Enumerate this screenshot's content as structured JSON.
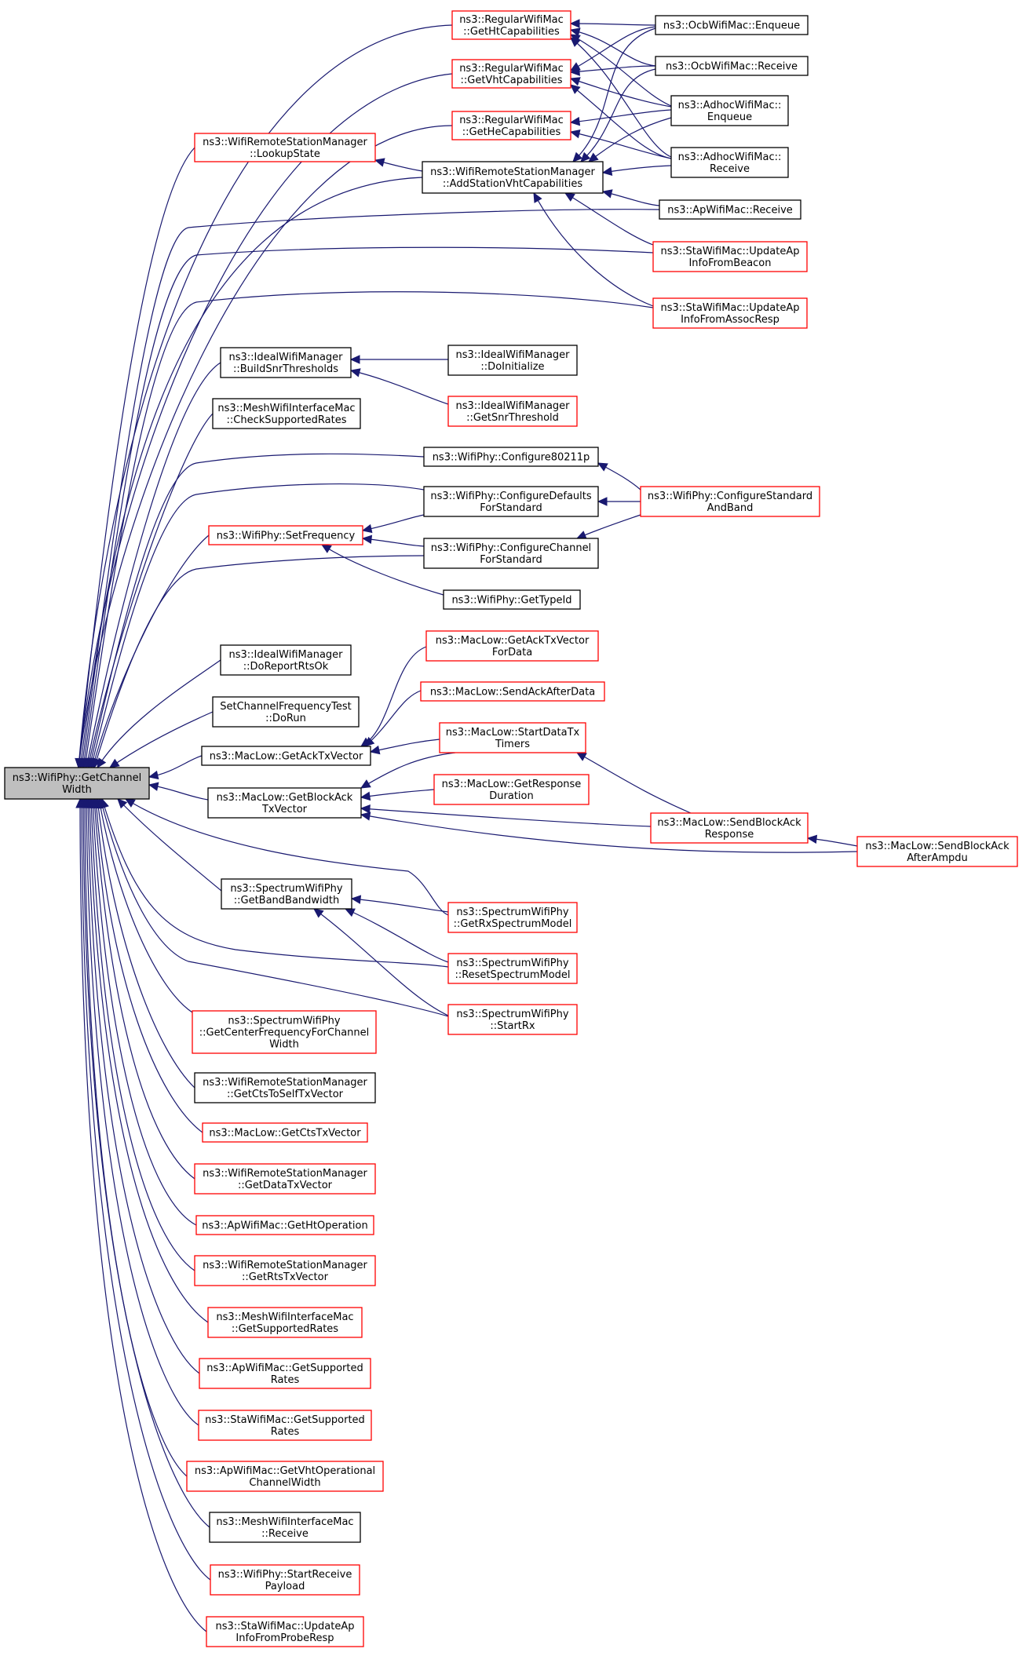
{
  "colors": {
    "edge": "#191970",
    "red_border": "#ff0000",
    "black_border": "#000000",
    "root_fill": "#bfbfbf"
  },
  "nodes": [
    {
      "id": "root",
      "lines": [
        "ns3::WifiPhy::GetChannel",
        "Width"
      ],
      "color": "root"
    },
    {
      "id": "n_htcap",
      "lines": [
        "ns3::RegularWifiMac",
        "::GetHtCapabilities"
      ],
      "color": "red"
    },
    {
      "id": "n_vhtcap",
      "lines": [
        "ns3::RegularWifiMac",
        "::GetVhtCapabilities"
      ],
      "color": "red"
    },
    {
      "id": "n_hecap",
      "lines": [
        "ns3::RegularWifiMac",
        "::GetHeCapabilities"
      ],
      "color": "red"
    },
    {
      "id": "n_lookup",
      "lines": [
        "ns3::WifiRemoteStationManager",
        "::LookupState"
      ],
      "color": "red"
    },
    {
      "id": "n_addvht",
      "lines": [
        "ns3::WifiRemoteStationManager",
        "::AddStationVhtCapabilities"
      ],
      "color": "black"
    },
    {
      "id": "n_ocbenq",
      "lines": [
        "ns3::OcbWifiMac::Enqueue"
      ],
      "color": "black"
    },
    {
      "id": "n_ocbrecv",
      "lines": [
        "ns3::OcbWifiMac::Receive"
      ],
      "color": "black"
    },
    {
      "id": "n_adhocenq",
      "lines": [
        "ns3::AdhocWifiMac::",
        "Enqueue"
      ],
      "color": "black"
    },
    {
      "id": "n_adhocrecv",
      "lines": [
        "ns3::AdhocWifiMac::",
        "Receive"
      ],
      "color": "black"
    },
    {
      "id": "n_aprecv",
      "lines": [
        "ns3::ApWifiMac::Receive"
      ],
      "color": "black"
    },
    {
      "id": "n_stabeacon",
      "lines": [
        "ns3::StaWifiMac::UpdateAp",
        "InfoFromBeacon"
      ],
      "color": "red"
    },
    {
      "id": "n_staassoc",
      "lines": [
        "ns3::StaWifiMac::UpdateAp",
        "InfoFromAssocResp"
      ],
      "color": "red"
    },
    {
      "id": "n_buildsnr",
      "lines": [
        "ns3::IdealWifiManager",
        "::BuildSnrThresholds"
      ],
      "color": "black"
    },
    {
      "id": "n_doinit",
      "lines": [
        "ns3::IdealWifiManager",
        "::DoInitialize"
      ],
      "color": "black"
    },
    {
      "id": "n_getsnr",
      "lines": [
        "ns3::IdealWifiManager",
        "::GetSnrThreshold"
      ],
      "color": "red"
    },
    {
      "id": "n_checksup",
      "lines": [
        "ns3::MeshWifiInterfaceMac",
        "::CheckSupportedRates"
      ],
      "color": "black"
    },
    {
      "id": "n_conf80211p",
      "lines": [
        "ns3::WifiPhy::Configure80211p"
      ],
      "color": "black"
    },
    {
      "id": "n_confdef",
      "lines": [
        "ns3::WifiPhy::ConfigureDefaults",
        "ForStandard"
      ],
      "color": "black"
    },
    {
      "id": "n_confstd",
      "lines": [
        "ns3::WifiPhy::ConfigureStandard",
        "AndBand"
      ],
      "color": "red"
    },
    {
      "id": "n_setfreq",
      "lines": [
        "ns3::WifiPhy::SetFrequency"
      ],
      "color": "red"
    },
    {
      "id": "n_confchan",
      "lines": [
        "ns3::WifiPhy::ConfigureChannel",
        "ForStandard"
      ],
      "color": "black"
    },
    {
      "id": "n_typeid",
      "lines": [
        "ns3::WifiPhy::GetTypeId"
      ],
      "color": "black"
    },
    {
      "id": "n_rtsok",
      "lines": [
        "ns3::IdealWifiManager",
        "::DoReportRtsOk"
      ],
      "color": "black"
    },
    {
      "id": "n_setchtest",
      "lines": [
        "SetChannelFrequencyTest",
        "::DoRun"
      ],
      "color": "black"
    },
    {
      "id": "n_getack",
      "lines": [
        "ns3::MacLow::GetAckTxVector"
      ],
      "color": "black"
    },
    {
      "id": "n_getackdata",
      "lines": [
        "ns3::MacLow::GetAckTxVector",
        "ForData"
      ],
      "color": "red"
    },
    {
      "id": "n_sendack",
      "lines": [
        "ns3::MacLow::SendAckAfterData"
      ],
      "color": "red"
    },
    {
      "id": "n_startdata",
      "lines": [
        "ns3::MacLow::StartDataTx",
        "Timers"
      ],
      "color": "red"
    },
    {
      "id": "n_getblockack",
      "lines": [
        "ns3::MacLow::GetBlockAck",
        "TxVector"
      ],
      "color": "black"
    },
    {
      "id": "n_getresp",
      "lines": [
        "ns3::MacLow::GetResponse",
        "Duration"
      ],
      "color": "red"
    },
    {
      "id": "n_sendbaresp",
      "lines": [
        "ns3::MacLow::SendBlockAck",
        "Response"
      ],
      "color": "red"
    },
    {
      "id": "n_sendbaampdu",
      "lines": [
        "ns3::MacLow::SendBlockAck",
        "AfterAmpdu"
      ],
      "color": "red"
    },
    {
      "id": "n_getband",
      "lines": [
        "ns3::SpectrumWifiPhy",
        "::GetBandBandwidth"
      ],
      "color": "black"
    },
    {
      "id": "n_getrxspec",
      "lines": [
        "ns3::SpectrumWifiPhy",
        "::GetRxSpectrumModel"
      ],
      "color": "red"
    },
    {
      "id": "n_resetspec",
      "lines": [
        "ns3::SpectrumWifiPhy",
        "::ResetSpectrumModel"
      ],
      "color": "red"
    },
    {
      "id": "n_startrx",
      "lines": [
        "ns3::SpectrumWifiPhy",
        "::StartRx"
      ],
      "color": "red"
    },
    {
      "id": "n_getcenter",
      "lines": [
        "ns3::SpectrumWifiPhy",
        "::GetCenterFrequencyForChannel",
        "Width"
      ],
      "color": "red"
    },
    {
      "id": "n_ctsself",
      "lines": [
        "ns3::WifiRemoteStationManager",
        "::GetCtsToSelfTxVector"
      ],
      "color": "black"
    },
    {
      "id": "n_ctstx",
      "lines": [
        "ns3::MacLow::GetCtsTxVector"
      ],
      "color": "red"
    },
    {
      "id": "n_datatx",
      "lines": [
        "ns3::WifiRemoteStationManager",
        "::GetDataTxVector"
      ],
      "color": "red"
    },
    {
      "id": "n_htop",
      "lines": [
        "ns3::ApWifiMac::GetHtOperation"
      ],
      "color": "red"
    },
    {
      "id": "n_rtstx",
      "lines": [
        "ns3::WifiRemoteStationManager",
        "::GetRtsTxVector"
      ],
      "color": "red"
    },
    {
      "id": "n_meshsup",
      "lines": [
        "ns3::MeshWifiInterfaceMac",
        "::GetSupportedRates"
      ],
      "color": "red"
    },
    {
      "id": "n_apsup",
      "lines": [
        "ns3::ApWifiMac::GetSupported",
        "Rates"
      ],
      "color": "red"
    },
    {
      "id": "n_stasup",
      "lines": [
        "ns3::StaWifiMac::GetSupported",
        "Rates"
      ],
      "color": "red"
    },
    {
      "id": "n_vhtop",
      "lines": [
        "ns3::ApWifiMac::GetVhtOperational",
        "ChannelWidth"
      ],
      "color": "red"
    },
    {
      "id": "n_meshrecv",
      "lines": [
        "ns3::MeshWifiInterfaceMac",
        "::Receive"
      ],
      "color": "black"
    },
    {
      "id": "n_startrecv",
      "lines": [
        "ns3::WifiPhy::StartReceive",
        "Payload"
      ],
      "color": "red"
    },
    {
      "id": "n_staprobe",
      "lines": [
        "ns3::StaWifiMac::UpdateAp",
        "InfoFromProbeResp"
      ],
      "color": "red"
    }
  ]
}
